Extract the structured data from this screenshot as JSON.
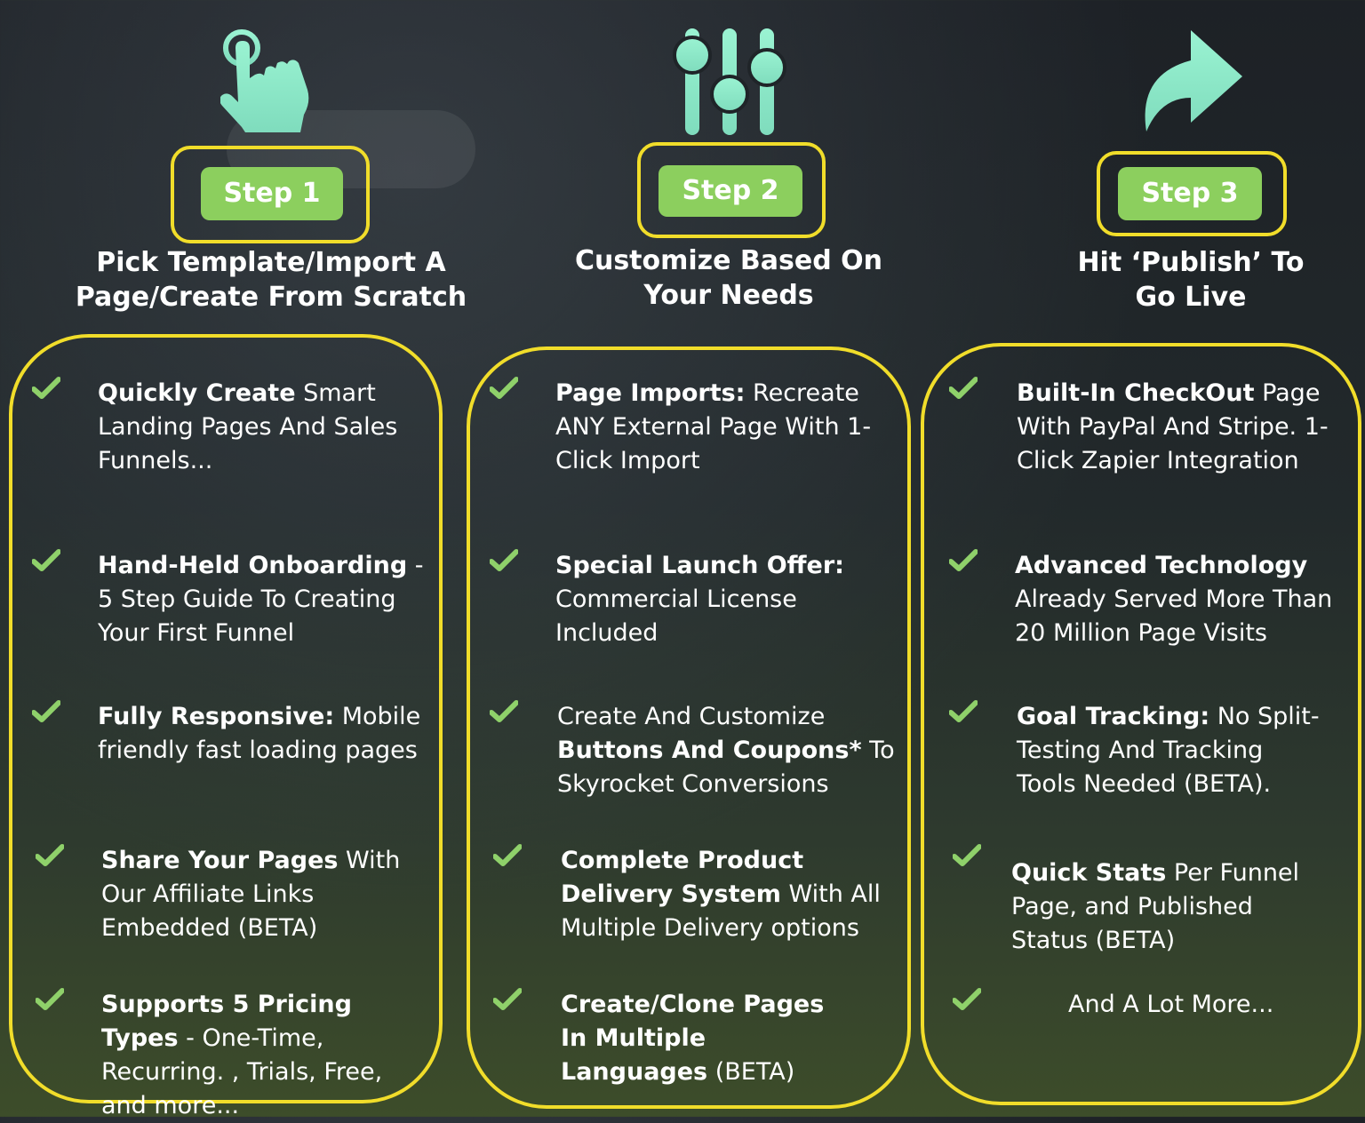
{
  "steps": [
    {
      "label": "Step 1",
      "heading": [
        "Pick Template/Import A",
        "Page/Create From Scratch"
      ],
      "items": [
        {
          "bold": "Quickly Create",
          "rest": " Smart Landing Pages And Sales Funnels..."
        },
        {
          "bold": "Hand-Held Onboarding",
          "rest": " - 5 Step Guide To Creating Your First Funnel"
        },
        {
          "bold": "Fully Responsive:",
          "rest": " Mobile friendly fast loading pages"
        },
        {
          "bold": "Share Your Pages",
          "rest": " With Our Affiliate Links Embedded (BETA)"
        },
        {
          "bold": "Supports 5 Pricing Types",
          "rest": " - One-Time, Recurring. , Trials, Free, and more..."
        }
      ]
    },
    {
      "label": "Step 2",
      "heading": [
        "Customize Based On",
        "Your Needs"
      ],
      "items": [
        {
          "bold": "Page Imports:",
          "rest": " Recreate ANY External Page With 1-Click Import"
        },
        {
          "bold": "Special Launch Offer:",
          "rest": " Commercial License Included"
        },
        {
          "pre": "Create And Customize ",
          "bold": "Buttons And Coupons*",
          "rest": " To Skyrocket Conversions"
        },
        {
          "bold": "Complete Product Delivery System",
          "rest": " With All Multiple Delivery options"
        },
        {
          "bold": "Create/Clone Pages In Multiple Languages",
          "rest": " (BETA)"
        }
      ]
    },
    {
      "label": "Step 3",
      "heading": [
        "Hit ‘Publish’ To",
        "Go Live"
      ],
      "items": [
        {
          "bold": "Built-In CheckOut",
          "rest": " Page With PayPal And Stripe. 1-Click Zapier Integration"
        },
        {
          "bold": "Advanced Technology",
          "rest": " Already Served More Than 20 Million Page Visits"
        },
        {
          "bold": "Goal Tracking:",
          "rest": " No Split-Testing And Tracking Tools Needed (BETA)."
        },
        {
          "bold": "Quick Stats",
          "rest": " Per Funnel Page, and Published Status (BETA)"
        },
        {
          "rest": "And A Lot More..."
        }
      ]
    }
  ],
  "icons": [
    "tap-hand-icon",
    "sliders-icon",
    "share-arrow-icon",
    "check-icon"
  ],
  "colors": {
    "accent_yellow": "#f1dd2a",
    "step_green": "#8ccf5e",
    "check_green": "#8fd16a",
    "icon_mint": "#8ee8c9"
  }
}
